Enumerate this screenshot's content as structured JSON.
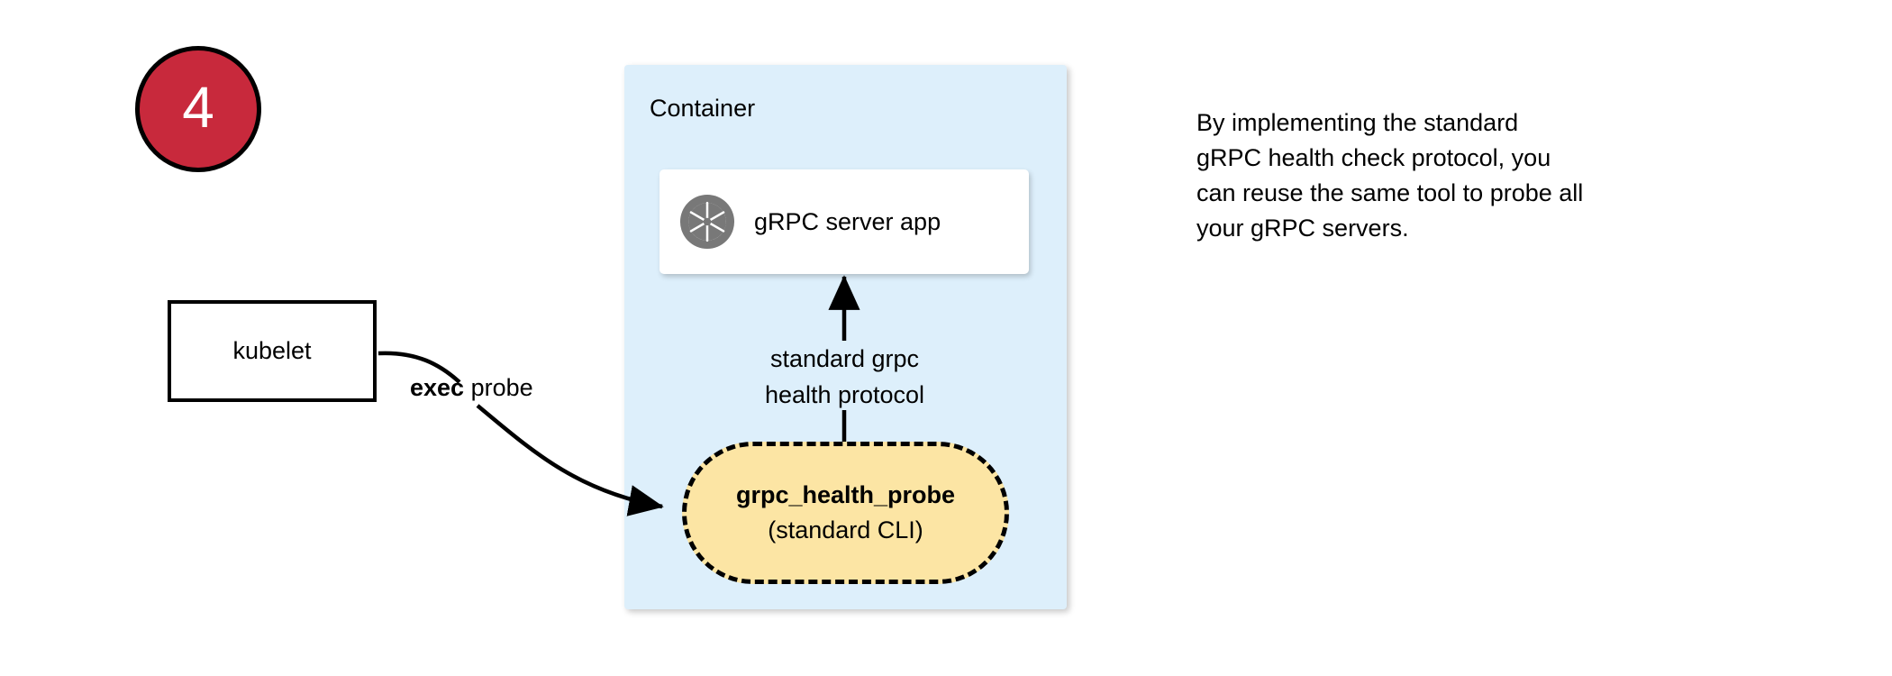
{
  "step": {
    "number": "4",
    "badge_fill": "#c8293c",
    "badge_stroke": "#000000",
    "number_color": "#ffffff"
  },
  "container": {
    "label": "Container",
    "fill": "#ddeffb"
  },
  "server_card": {
    "label": "gRPC server app",
    "icon": "aperture-icon",
    "icon_color": "#787878",
    "fill": "#ffffff"
  },
  "kubelet": {
    "label": "kubelet",
    "fill": "#ffffff",
    "stroke": "#000000"
  },
  "edges": {
    "exec_probe": {
      "label_bold": "exec",
      "label_rest": " probe"
    },
    "health_protocol": {
      "line1": "standard grpc",
      "line2": "health protocol"
    }
  },
  "probe_pill": {
    "title": "grpc_health_probe",
    "subtitle": "(standard CLI)",
    "fill": "#fce5a4",
    "stroke": "#000000",
    "stroke_style": "dashed"
  },
  "note": {
    "line1": "By implementing the standard",
    "line2": "gRPC health check protocol, you",
    "line3": "can reuse the same tool to probe all",
    "line4": "your gRPC servers."
  }
}
